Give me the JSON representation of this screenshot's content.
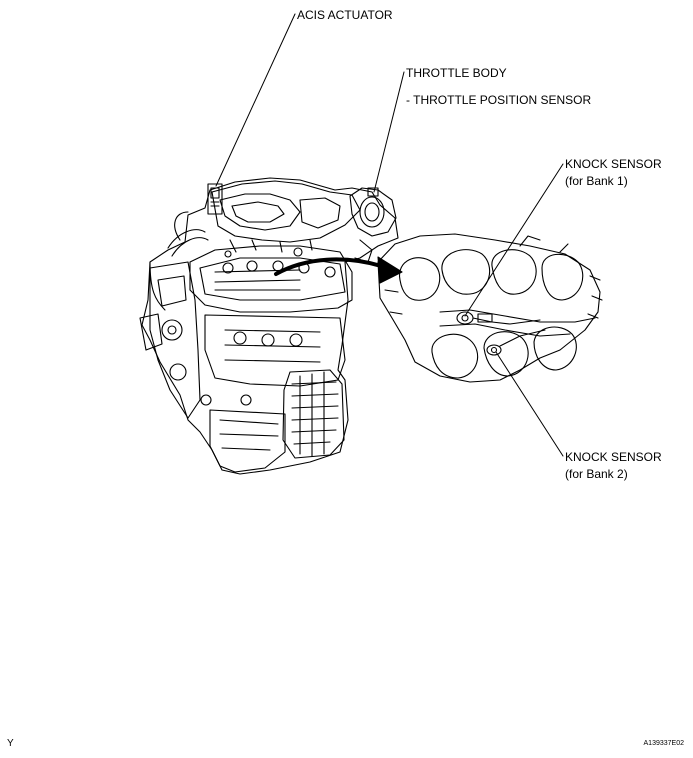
{
  "labels": {
    "acis_actuator": "ACIS ACTUATOR",
    "throttle_body": "THROTTLE BODY",
    "throttle_position_sensor": "- THROTTLE POSITION SENSOR",
    "knock_sensor_bank1_title": "KNOCK SENSOR",
    "knock_sensor_bank1_sub": "(for Bank 1)",
    "knock_sensor_bank2_title": "KNOCK SENSOR",
    "knock_sensor_bank2_sub": "(for Bank 2)"
  },
  "footer": {
    "left_code": "Y",
    "figure_id": "A139337E02"
  },
  "colors": {
    "ink": "#000000",
    "background": "#ffffff"
  }
}
